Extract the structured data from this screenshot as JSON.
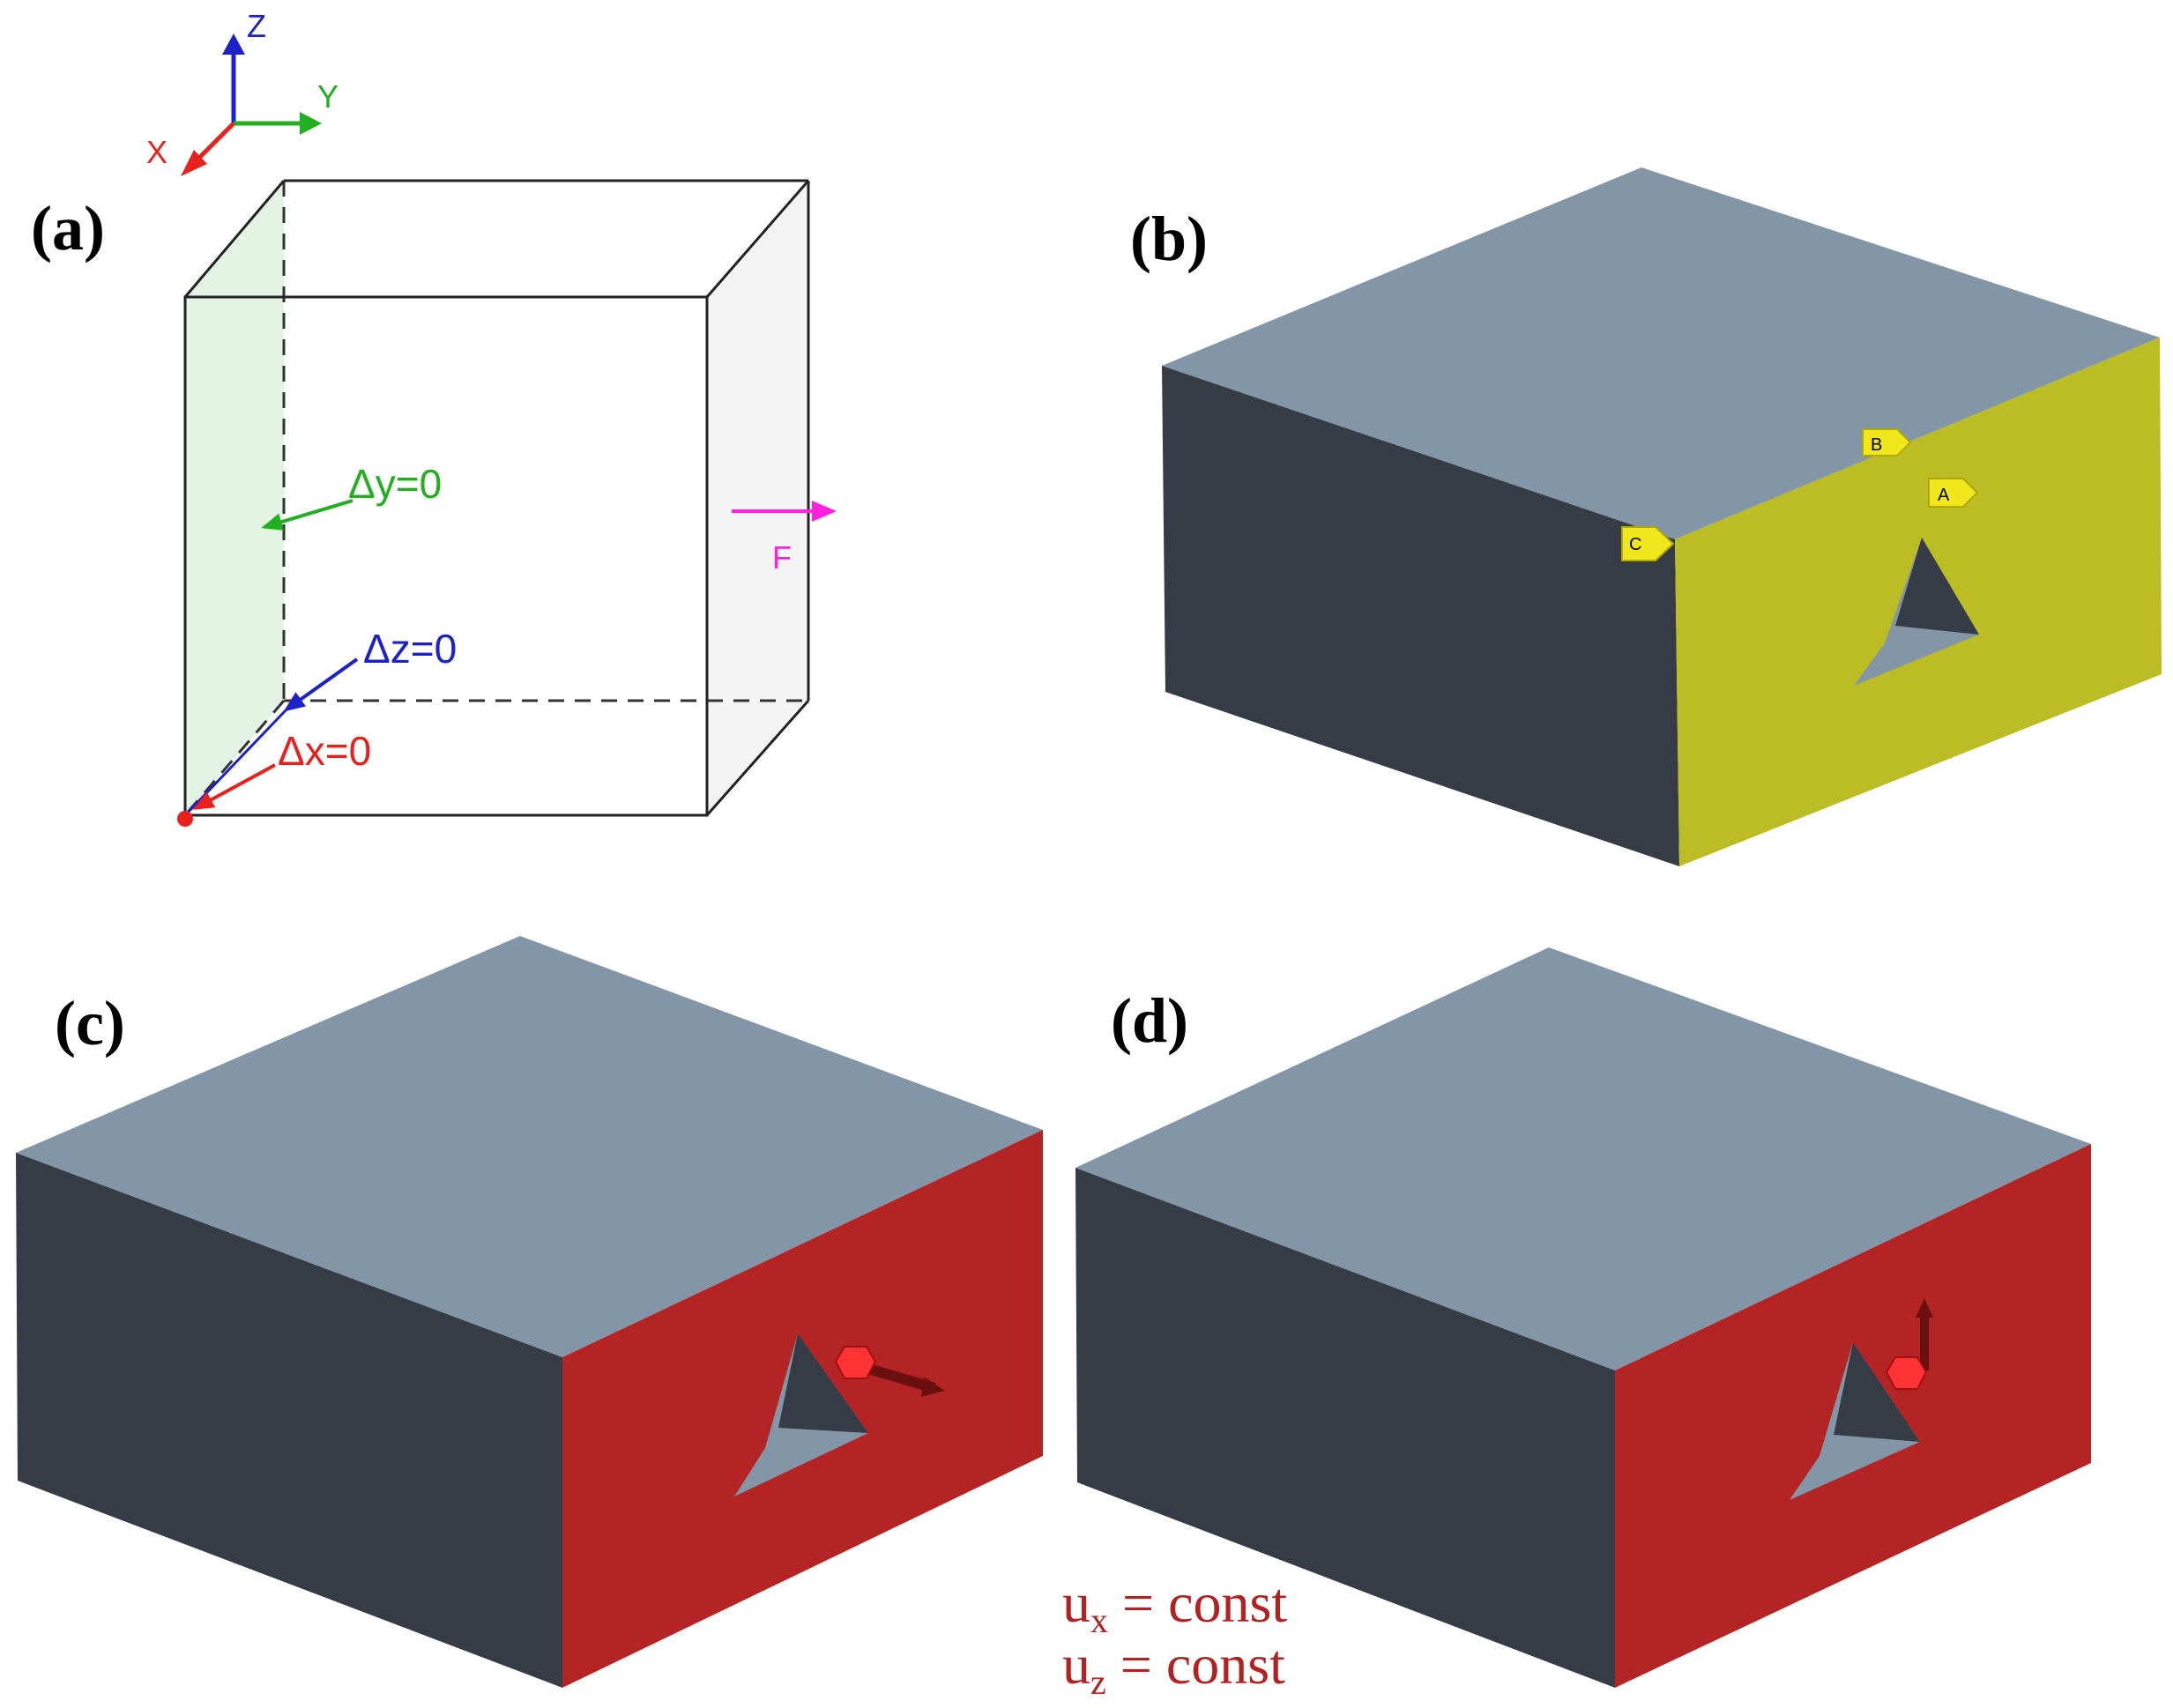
{
  "panels": {
    "a": {
      "label": "(a)"
    },
    "b": {
      "label": "(b)"
    },
    "c": {
      "label": "(c)"
    },
    "d": {
      "label": "(d)"
    }
  },
  "axes": {
    "x": "X",
    "y": "Y",
    "z": "Z"
  },
  "constraints": {
    "dy": "Δy=0",
    "dz": "Δz=0",
    "dx": "Δx=0",
    "force": "F"
  },
  "tags": {
    "a": "A",
    "b": "B",
    "c": "C"
  },
  "caption": {
    "line1_base": "u",
    "line1_sub": "x",
    "line1_rest": " = const",
    "line2_base": "u",
    "line2_sub": "z",
    "line2_rest": " = const"
  },
  "colors": {
    "top_face": "#8296a8",
    "dark_face": "#363c45",
    "yellow_face": "#bcbc24",
    "red_face": "#b52424",
    "x_axis": "#e8211c",
    "y_axis": "#22b022",
    "z_axis": "#1c22c8",
    "force": "#ff22dd",
    "fixed_face": "#e4f4e4",
    "side_face": "#f4f4f4"
  }
}
